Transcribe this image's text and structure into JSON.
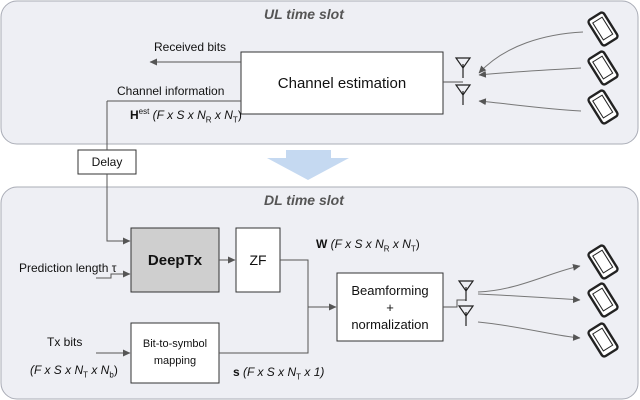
{
  "ul_slot": {
    "title": "UL time slot",
    "received_bits": "Received bits",
    "channel_information": "Channel information",
    "channel_estimation": "Channel estimation",
    "h_est_symbol": "H",
    "h_est_superscript": "est",
    "h_est_dims_prefix": " (F x S x N",
    "h_est_dims_r": "R",
    "h_est_dims_mid": " x N",
    "h_est_dims_t": "T",
    "h_est_dims_suffix": ")"
  },
  "delay_label": "Delay",
  "dl_slot": {
    "title": "DL time slot",
    "deeptx": "DeepTx",
    "zf": "ZF",
    "prediction_length": "Prediction length τ",
    "w_symbol": "W",
    "w_dims_prefix": " (F x S x N",
    "w_dims_r": "R",
    "w_dims_mid": " x N",
    "w_dims_t": "T",
    "w_dims_suffix": ")",
    "beamforming_line1": "Beamforming",
    "beamforming_line2": "+",
    "beamforming_line3": "normalization",
    "tx_bits": "Tx bits",
    "tx_dims_prefix": "(F x S x N",
    "tx_dims_t": "T",
    "tx_dims_mid": " x N",
    "tx_dims_b": "b",
    "tx_dims_suffix": ")",
    "bit_to_symbol_line1": "Bit-to-symbol",
    "bit_to_symbol_line2": "mapping",
    "s_symbol": "s",
    "s_dims_prefix": " (F x S x N",
    "s_dims_t": "T",
    "s_dims_suffix": " x 1)"
  },
  "colors": {
    "panel_fill": "#eeeff4",
    "panel_stroke": "#a9acb6",
    "deeptx_fill": "#cfcfcf",
    "down_arrow": "#c5d9f1",
    "line": "#555555"
  }
}
